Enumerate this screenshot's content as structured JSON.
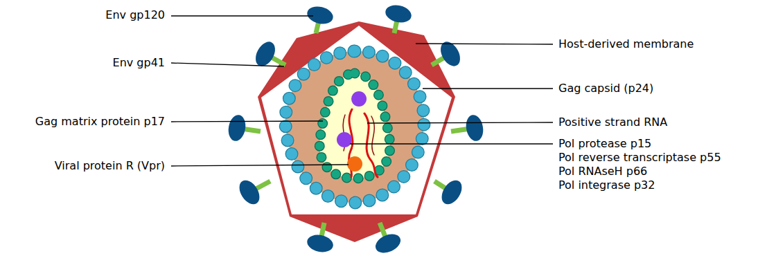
{
  "diagram": {
    "labels": [
      "Env gp120",
      "Env gp41",
      "Gag matrix protein p17",
      "Viral protein R (Vpr)",
      "Host-derived membrane",
      "Gag capsid (p24)",
      "Positive strand RNA",
      "Pol protease p15",
      "Pol reverse transcriptase p55",
      "Pol RNAseH p66",
      "Pol integrase p32"
    ]
  }
}
